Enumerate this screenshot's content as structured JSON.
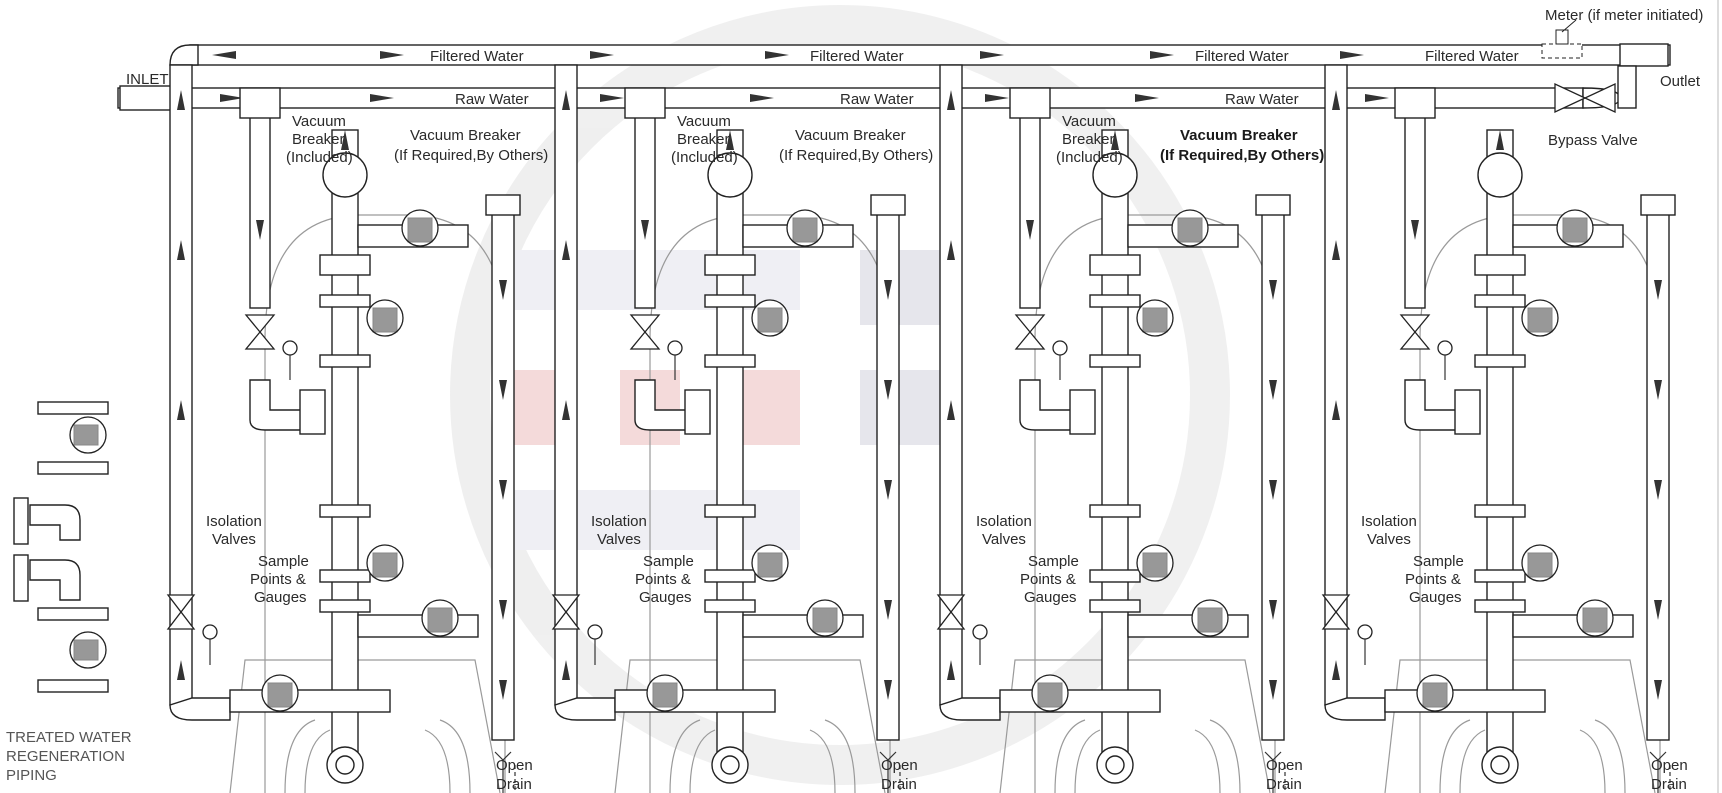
{
  "labels": {
    "inlet": "INLET",
    "outlet": "Outlet",
    "filtered_water": "Filtered Water",
    "raw_water": "Raw Water",
    "meter": "Meter (if meter initiated)",
    "bypass_valve": "Bypass Valve",
    "vacuum_breaker_incl_1": "Vacuum",
    "vacuum_breaker_incl_2": "Breaker",
    "vacuum_breaker_incl_3": "(Included)",
    "vacuum_breaker_req_1": "Vacuum Breaker",
    "vacuum_breaker_req_2": "(If Required,By Others)",
    "isolation_1": "Isolation",
    "isolation_2": "Valves",
    "sample_1": "Sample",
    "sample_2": "Points &",
    "sample_3": "Gauges",
    "open_drain_1": "Open",
    "open_drain_2": "Drain",
    "treated_1": "TREATED WATER",
    "treated_2": "REGENERATION",
    "treated_3": "PIPING"
  },
  "units": [
    {
      "id": 1,
      "vacuum_included": true,
      "bold_breaker_label": false
    },
    {
      "id": 2,
      "vacuum_included": true,
      "bold_breaker_label": false
    },
    {
      "id": 3,
      "vacuum_included": true,
      "bold_breaker_label": true
    },
    {
      "id": 4,
      "vacuum_included": false,
      "bold_breaker_label": false
    }
  ],
  "colors": {
    "line": "#222222",
    "tank": "#9a9a9a",
    "watermark_red": "#f3d6d6",
    "watermark_gray": "#e4e4ea"
  }
}
